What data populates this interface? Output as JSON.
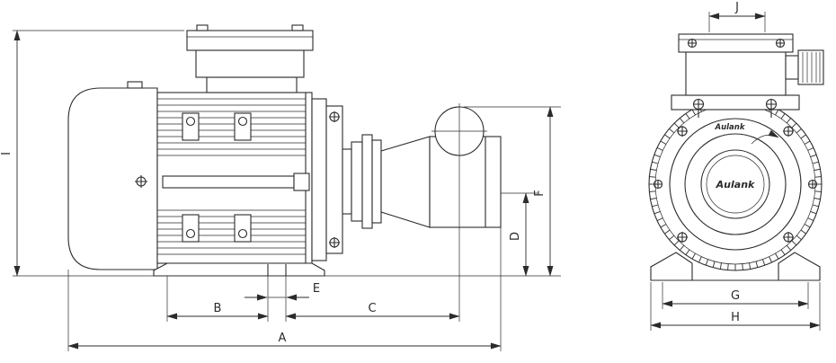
{
  "drawing": {
    "labels": {
      "A": "A",
      "B": "B",
      "C": "C",
      "D": "D",
      "E": "E",
      "F": "F",
      "G": "G",
      "H": "H",
      "I": "I",
      "J": "J"
    },
    "brand": {
      "front_top": "Aulank",
      "front_center": "Aulank"
    },
    "colors": {
      "line": "#2b2b2b",
      "background": "#ffffff"
    }
  }
}
